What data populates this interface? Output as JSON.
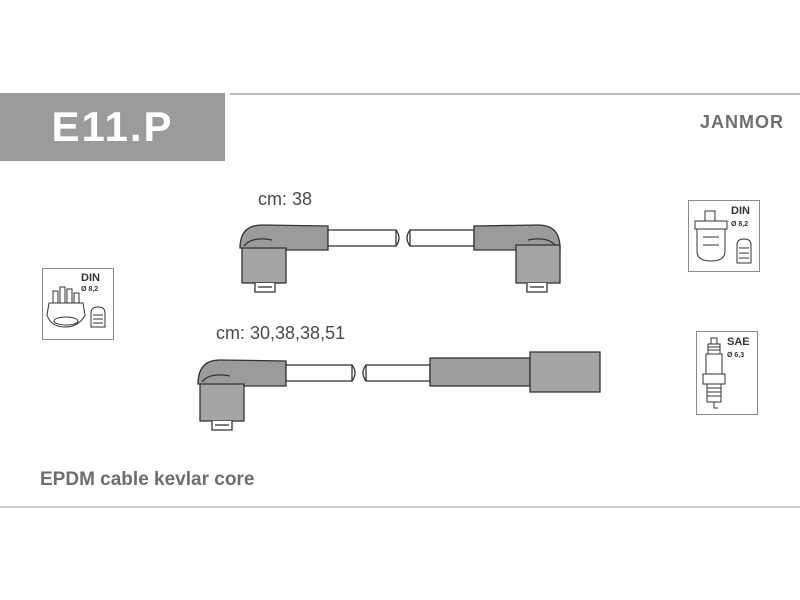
{
  "header": {
    "code": "E11.P",
    "brand": "JANMOR"
  },
  "cables": {
    "set1_length": "cm: 38",
    "set2_length": "cm: 30,38,38,51"
  },
  "icons": {
    "distributor_left": {
      "standard": "DIN",
      "diameter": "Ø 8,2",
      "icon": "distributor-cap-icon"
    },
    "distributor_right": {
      "standard": "DIN",
      "diameter": "Ø 8,2",
      "icon": "ignition-coil-icon"
    },
    "spark_plug": {
      "standard": "SAE",
      "diameter": "Ø 6,3",
      "icon": "spark-plug-icon"
    }
  },
  "footer": {
    "material": "EPDM cable kevlar core"
  },
  "colors": {
    "header_box": "#9b9b9b",
    "cable_fill": "#9e9e9e",
    "outline": "#333333"
  }
}
